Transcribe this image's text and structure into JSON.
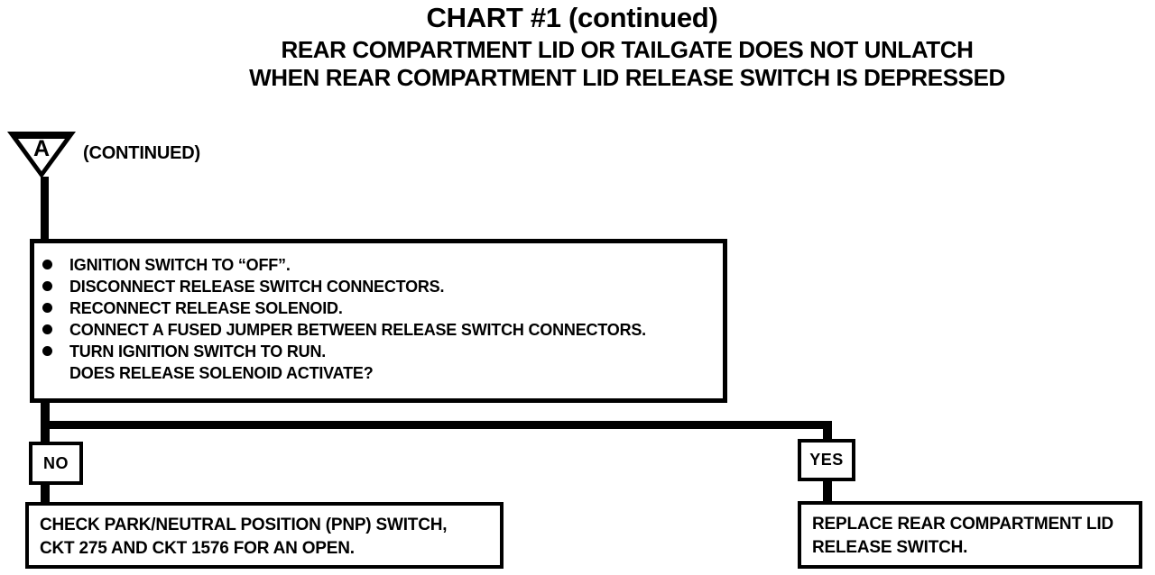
{
  "header": {
    "title": "CHART #1 (continued)",
    "subtitle_lines": [
      "REAR COMPARTMENT LID OR TAILGATE DOES NOT UNLATCH",
      "WHEN REAR COMPARTMENT LID RELEASE SWITCH IS DEPRESSED"
    ]
  },
  "connector": {
    "letter": "A",
    "label": "(CONTINUED)"
  },
  "step_box": {
    "bullets": [
      "IGNITION SWITCH TO “OFF”.",
      "DISCONNECT RELEASE SWITCH CONNECTORS.",
      "RECONNECT RELEASE SOLENOID.",
      "CONNECT A FUSED JUMPER BETWEEN RELEASE SWITCH CONNECTORS.",
      "TURN IGNITION SWITCH TO RUN."
    ],
    "question": "DOES RELEASE SOLENOID ACTIVATE?"
  },
  "branches": {
    "no": {
      "label": "NO",
      "result_lines": [
        "CHECK PARK/NEUTRAL POSITION (PNP) SWITCH,",
        "CKT 275 AND CKT 1576 FOR AN OPEN."
      ]
    },
    "yes": {
      "label": "YES",
      "result_lines": [
        "REPLACE REAR COMPARTMENT LID",
        "RELEASE SWITCH."
      ]
    }
  },
  "colors": {
    "ink": "#000000",
    "paper": "#ffffff"
  }
}
